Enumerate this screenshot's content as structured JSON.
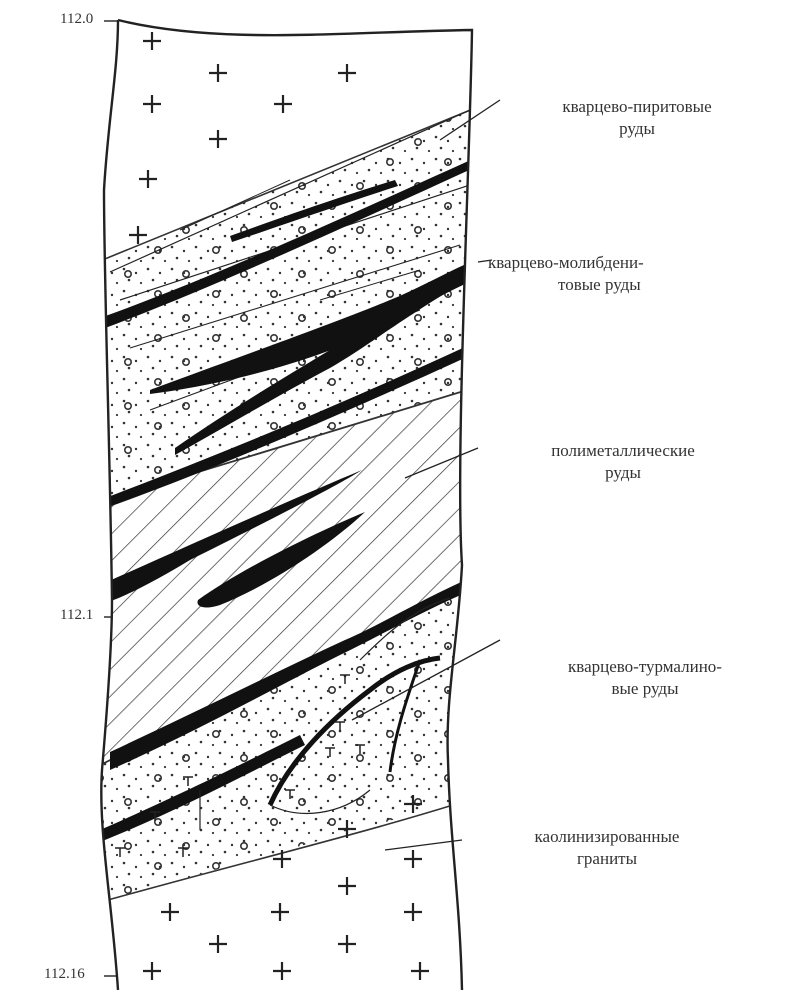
{
  "depth_marks": [
    "112.0",
    "112.1",
    "112.16"
  ],
  "labels": [
    {
      "name": "quartz-pyrite-ores",
      "lines": [
        "кварцево-пиритовые",
        "руды"
      ]
    },
    {
      "name": "quartz-molybdenite-ores",
      "lines": [
        "кварцево-молибдени-",
        "товые руды"
      ]
    },
    {
      "name": "polymetallic-ores",
      "lines": [
        "полиметаллические",
        "руды"
      ]
    },
    {
      "name": "quartz-tourmaline-ores",
      "lines": [
        "кварцево-турмалино-",
        "вые руды"
      ]
    },
    {
      "name": "kaolinized-granites",
      "lines": [
        "каолинизированные",
        "граниты"
      ]
    }
  ]
}
